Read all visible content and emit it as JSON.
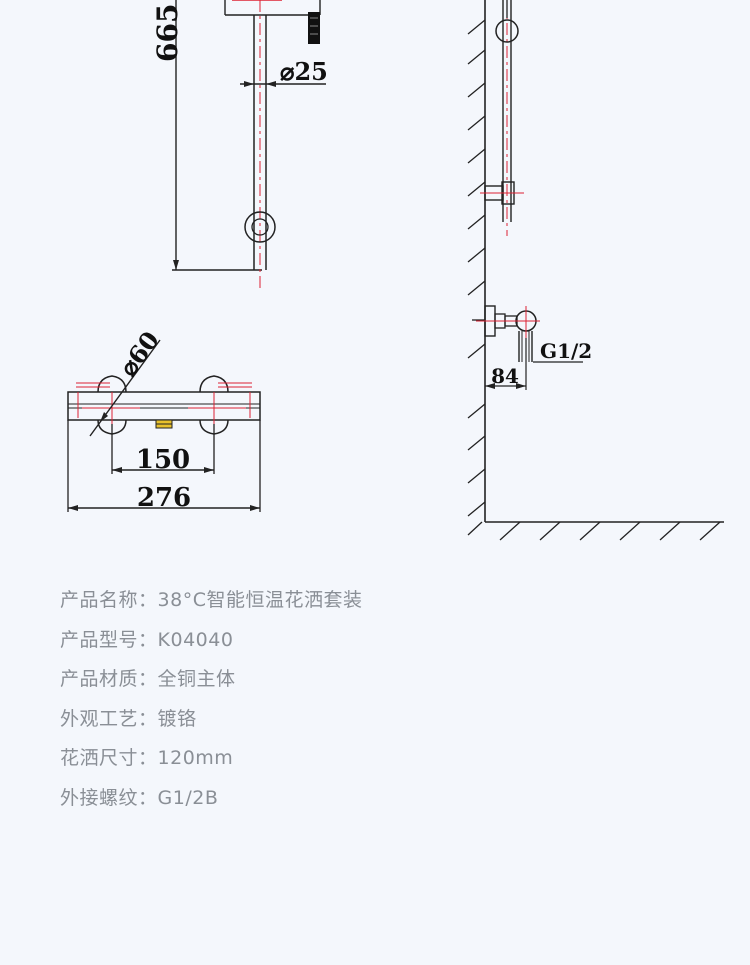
{
  "drawing": {
    "dims": {
      "height_665": "665",
      "pipe_d25": "⌀25",
      "knob_d60": "⌀60",
      "spacing_150": "150",
      "width_276": "276",
      "thread_g12": "G1/2",
      "depth_84": "84"
    }
  },
  "specs": [
    {
      "label": "产品名称：",
      "value": "38°C智能恒温花洒套装"
    },
    {
      "label": "产品型号：",
      "value": "K04040"
    },
    {
      "label": "产品材质：",
      "value": "全铜主体"
    },
    {
      "label": "外观工艺：",
      "value": "镀铬"
    },
    {
      "label": "花洒尺寸：",
      "value": "120mm"
    },
    {
      "label": "外接螺纹：",
      "value": "G1/2B"
    }
  ]
}
